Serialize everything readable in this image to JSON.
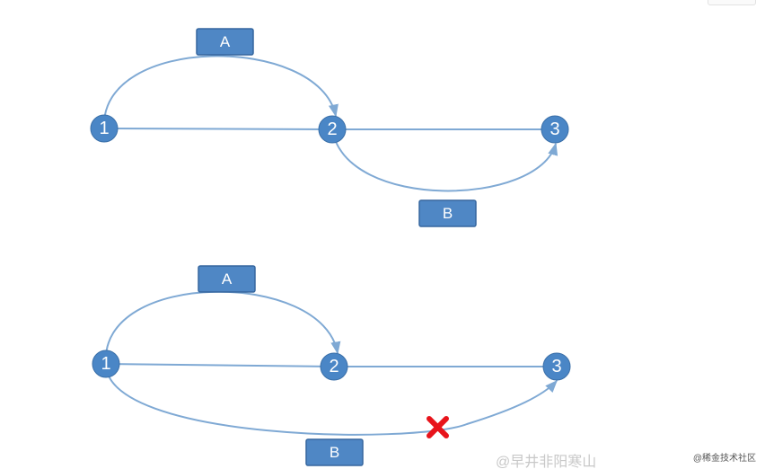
{
  "diagram_top": {
    "nodes": [
      "1",
      "2",
      "3"
    ],
    "labels": {
      "upper": "A",
      "lower": "B"
    }
  },
  "diagram_bottom": {
    "nodes": [
      "1",
      "2",
      "3"
    ],
    "labels": {
      "upper": "A",
      "lower": "B"
    },
    "blocked_marker": "cross-icon"
  },
  "colors": {
    "node_fill": "#4a86c6",
    "edge": "#7fa9d4",
    "label_fill": "#4f87c5",
    "cross": "#e8141b"
  },
  "watermark": "@早井非阳寒山",
  "footer": "@稀金技术社区"
}
